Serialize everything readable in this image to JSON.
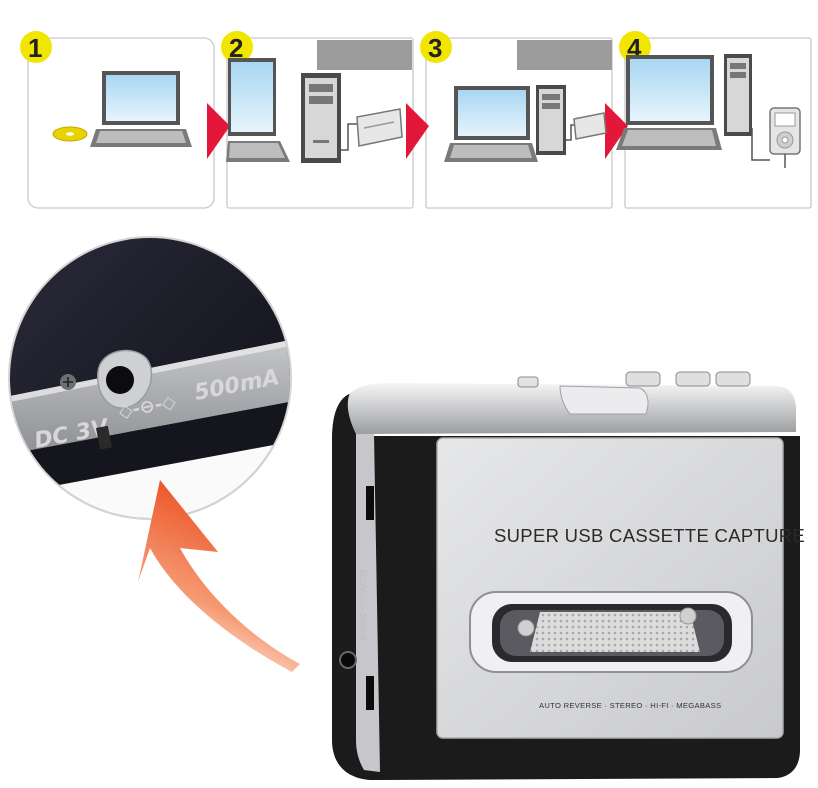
{
  "steps": [
    {
      "number": "1",
      "devices": [
        "cd-disc-icon",
        "laptop-icon"
      ]
    },
    {
      "number": "2",
      "devices": [
        "laptop-icon",
        "pc-tower-icon",
        "cassette-player-icon"
      ]
    },
    {
      "number": "3",
      "devices": [
        "laptop-icon",
        "pc-tower-icon",
        "cassette-player-icon"
      ]
    },
    {
      "number": "4",
      "devices": [
        "laptop-icon",
        "pc-tower-icon",
        "mp3-player-icon"
      ]
    }
  ],
  "port_label": {
    "left": "DC 3V",
    "right": "500mA"
  },
  "device": {
    "title": "SUPER USB CASSETTE CAPTURE",
    "subtitle": "AUTO REVERSE · STEREO · HI-FI · MEGABASS",
    "side_label": "DC3V ◇-◇ 500mA"
  },
  "colors": {
    "step_badge": "#f2e600",
    "arrow_marker": "#e3173a",
    "callout_arrow": "#ef5a2e",
    "screen_blue": "#bfe1f5",
    "device_body": "#1b1b1b",
    "device_panel": "#dadbdd"
  }
}
